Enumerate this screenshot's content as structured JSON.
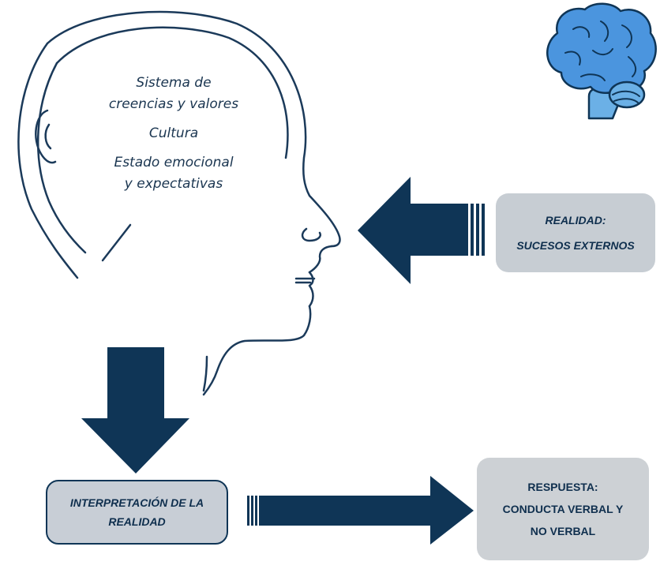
{
  "head_text": {
    "line1": "Sistema de",
    "line2": "creencias y valores",
    "line3": "Cultura",
    "line4": "Estado emocional",
    "line5": "y expectativas"
  },
  "boxes": {
    "realidad": {
      "line1": "REALIDAD:",
      "line2": "SUCESOS EXTERNOS"
    },
    "interpretacion": {
      "line1": "INTERPRETACIÓN DE LA",
      "line2": "REALIDAD"
    },
    "respuesta": {
      "line1": "RESPUESTA:",
      "line2": "CONDUCTA VERBAL Y",
      "line3": "NO VERBAL"
    }
  },
  "colors": {
    "arrow": "#0f3556",
    "head_outline": "#1b3a5a",
    "brain": "#3f8ddb",
    "box_fill": "#c8ced5"
  },
  "icons": [
    "head-silhouette-icon",
    "brain-icon"
  ]
}
